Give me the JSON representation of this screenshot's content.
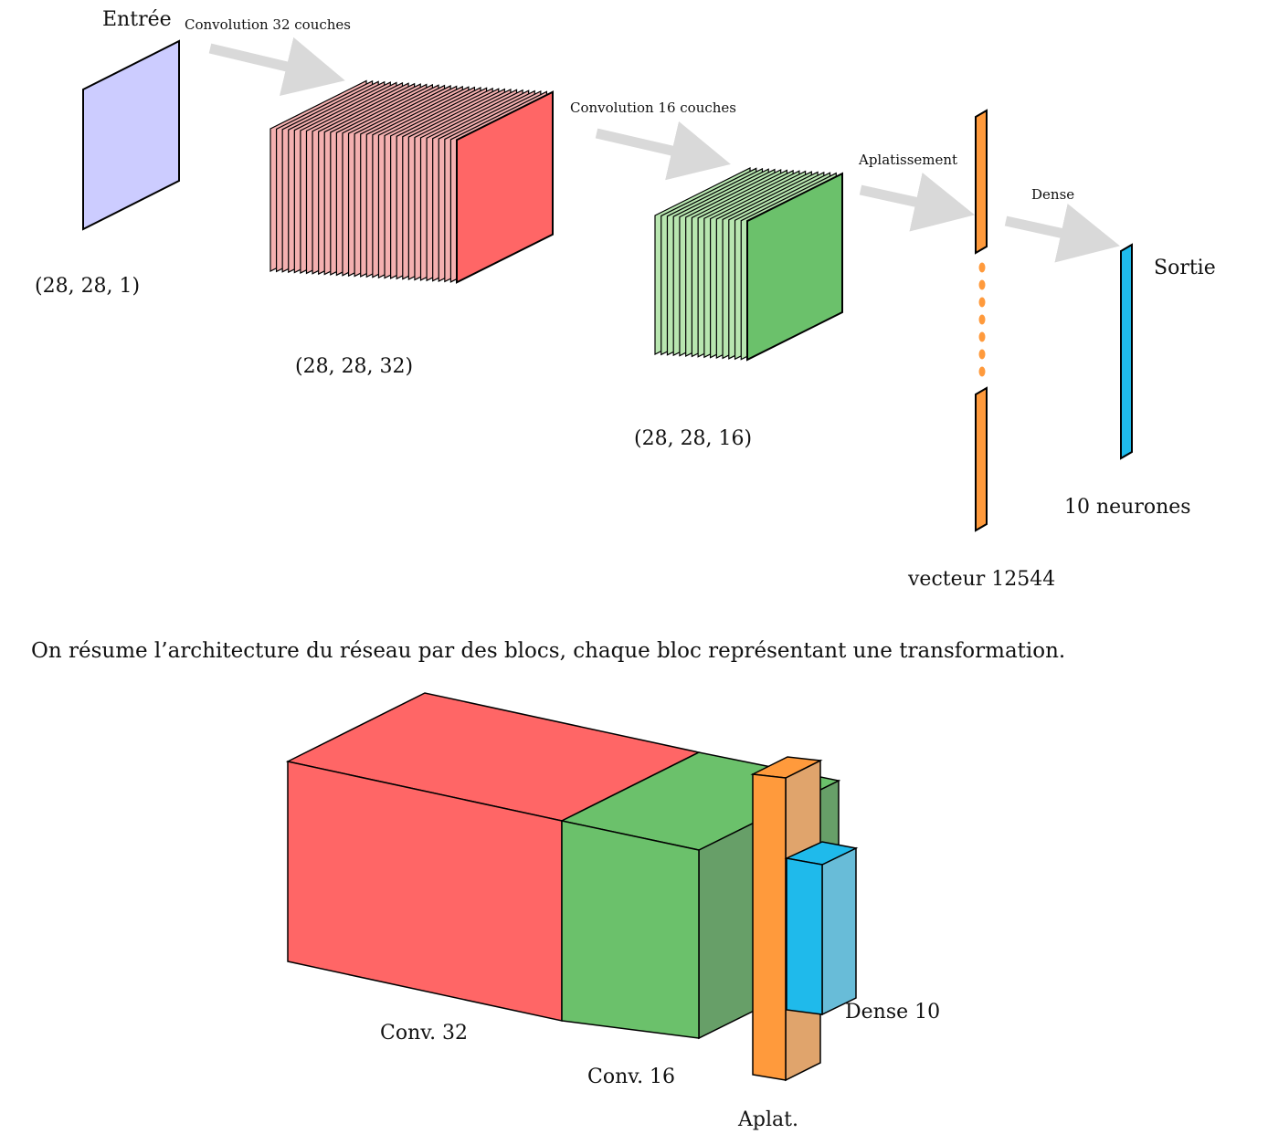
{
  "top_diagram": {
    "input_label": "Entrée",
    "input_shape": "(28, 28, 1)",
    "arrow1_label": "Convolution 32 couches",
    "conv32_shape": "(28, 28, 32)",
    "arrow2_label": "Convolution 16 couches",
    "conv16_shape": "(28, 28, 16)",
    "arrow3_label": "Aplatissement",
    "flatten_label": "vecteur 12544",
    "arrow4_label": "Dense",
    "output_label": "Sortie",
    "output_size": "10 neurones",
    "conv32_layers": 32,
    "conv16_layers": 16
  },
  "caption": "On résume l’architecture du réseau par des blocs, chaque bloc représentant une transformation.",
  "block_diagram": {
    "conv32_label": "Conv. 32",
    "conv16_label": "Conv. 16",
    "flatten_label": "Aplat.",
    "dense_label": "Dense 10"
  },
  "colors": {
    "input": "#ccccff",
    "conv32": "#ff6666",
    "conv32_layer": "#f4b0b0",
    "conv16": "#6bc16b",
    "conv16_layer": "#b8e6b0",
    "conv16_side": "#679f68",
    "flatten": "#ff9a3c",
    "flatten_side": "#e0a46c",
    "dense": "#1fbaeb",
    "dense_side": "#68bcd8",
    "arrow": "#d9d9d9"
  }
}
